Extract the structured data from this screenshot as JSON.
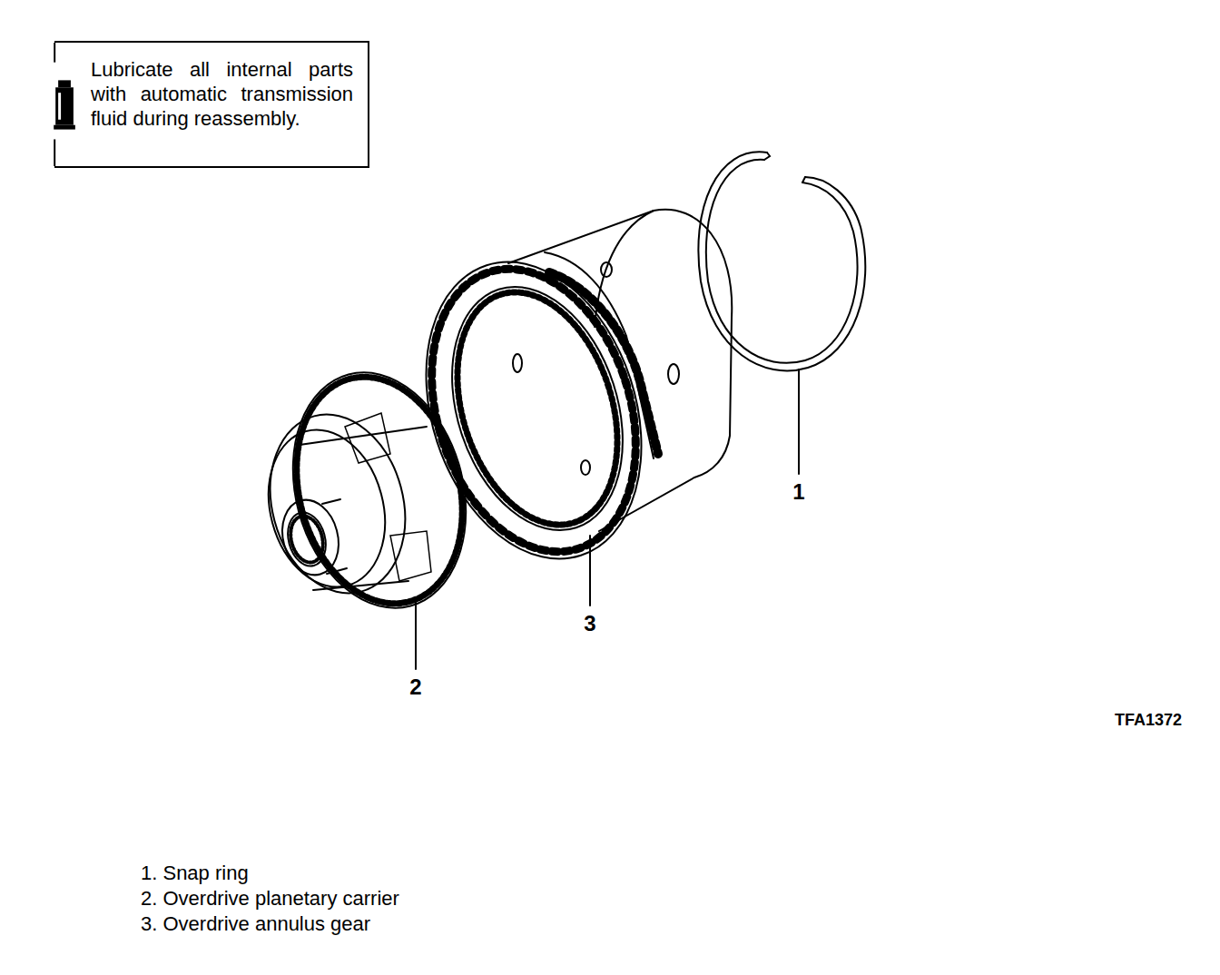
{
  "diagram": {
    "nodes": [
      {
        "text": [
          "Lubricate all internal parts with automatic transmission fluid during reassembly."
        ]
      }
    ],
    "labels": [
      "1",
      "2",
      "3",
      "TFA1372",
      "1. Snap ring",
      "2. Overdrive planetary carrier",
      "3. Overdrive annulus gear"
    ]
  }
}
